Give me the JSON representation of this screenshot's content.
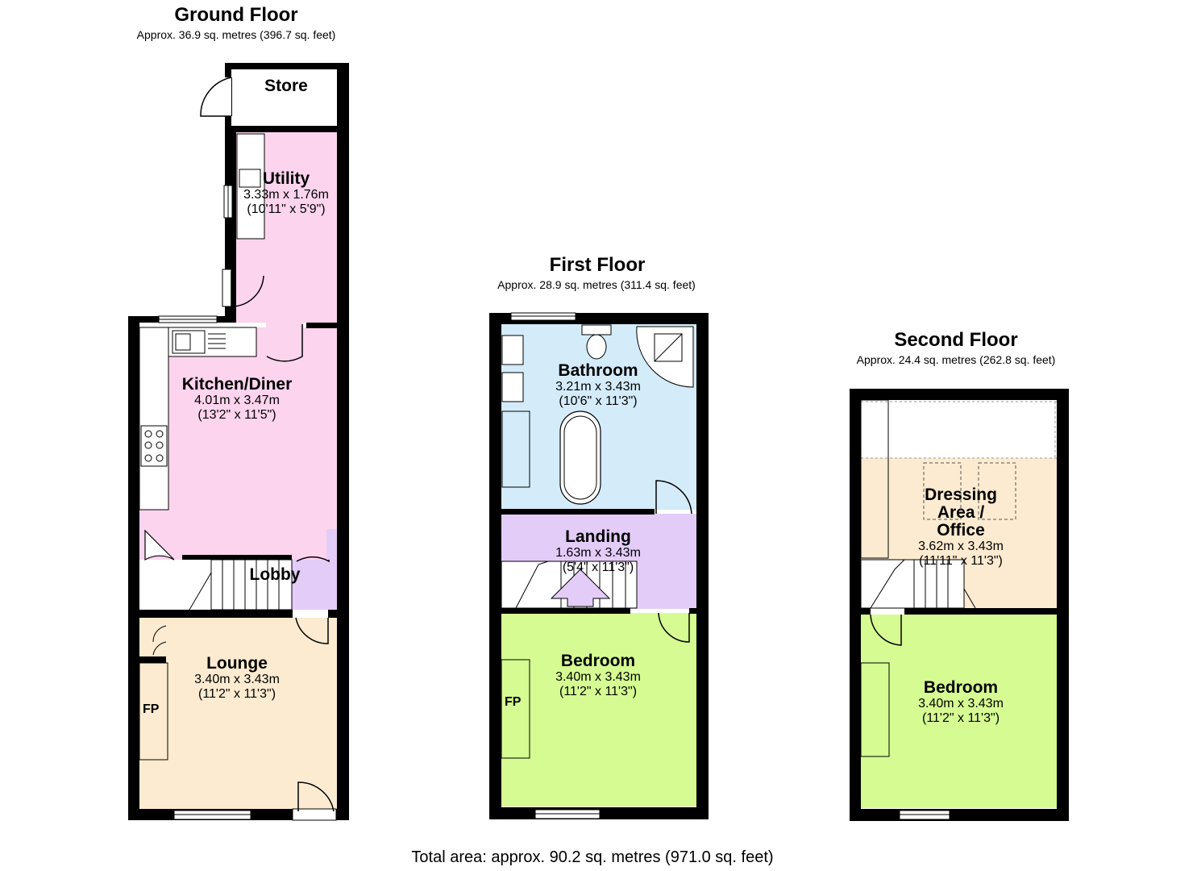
{
  "floors": {
    "ground": {
      "title": "Ground Floor",
      "area": "Approx. 36.9 sq. metres (396.7 sq. feet)",
      "rooms": {
        "store": {
          "name": "Store"
        },
        "utility": {
          "name": "Utility",
          "metric": "3.33m x 1.76m",
          "imperial": "(10'11\" x 5'9\")"
        },
        "kitchen": {
          "name": "Kitchen/Diner",
          "metric": "4.01m x 3.47m",
          "imperial": "(13'2\" x 11'5\")"
        },
        "lobby": {
          "name": "Lobby"
        },
        "lounge": {
          "name": "Lounge",
          "metric": "3.40m x 3.43m",
          "imperial": "(11'2\" x 11'3\")",
          "fp": "FP"
        }
      }
    },
    "first": {
      "title": "First Floor",
      "area": "Approx. 28.9 sq. metres (311.4 sq. feet)",
      "rooms": {
        "bathroom": {
          "name": "Bathroom",
          "metric": "3.21m x 3.43m",
          "imperial": "(10'6\" x 11'3\")"
        },
        "landing": {
          "name": "Landing",
          "metric": "1.63m x 3.43m",
          "imperial": "(5'4\" x 11'3\")"
        },
        "bedroom": {
          "name": "Bedroom",
          "metric": "3.40m x 3.43m",
          "imperial": "(11'2\" x 11'3\")",
          "fp": "FP"
        }
      }
    },
    "second": {
      "title": "Second Floor",
      "area": "Approx. 24.4 sq. metres (262.8 sq. feet)",
      "rooms": {
        "dressing": {
          "name_line1": "Dressing",
          "name_line2": "Area /",
          "name_line3": "Office",
          "metric": "3.62m x 3.43m",
          "imperial": "(11'11\" x 11'3\")"
        },
        "bedroom": {
          "name": "Bedroom",
          "metric": "3.40m x 3.43m",
          "imperial": "(11'2\" x 11'3\")"
        }
      }
    }
  },
  "total_area": "Total area: approx. 90.2 sq. metres (971.0 sq. feet)",
  "colors": {
    "wall": "#000000",
    "kitchen_utility": "#fcd4ee",
    "lobby_landing": "#e4ccf8",
    "lounge_dressing": "#fcebd0",
    "bathroom": "#d4ecfa",
    "bedroom": "#d6fb92"
  }
}
